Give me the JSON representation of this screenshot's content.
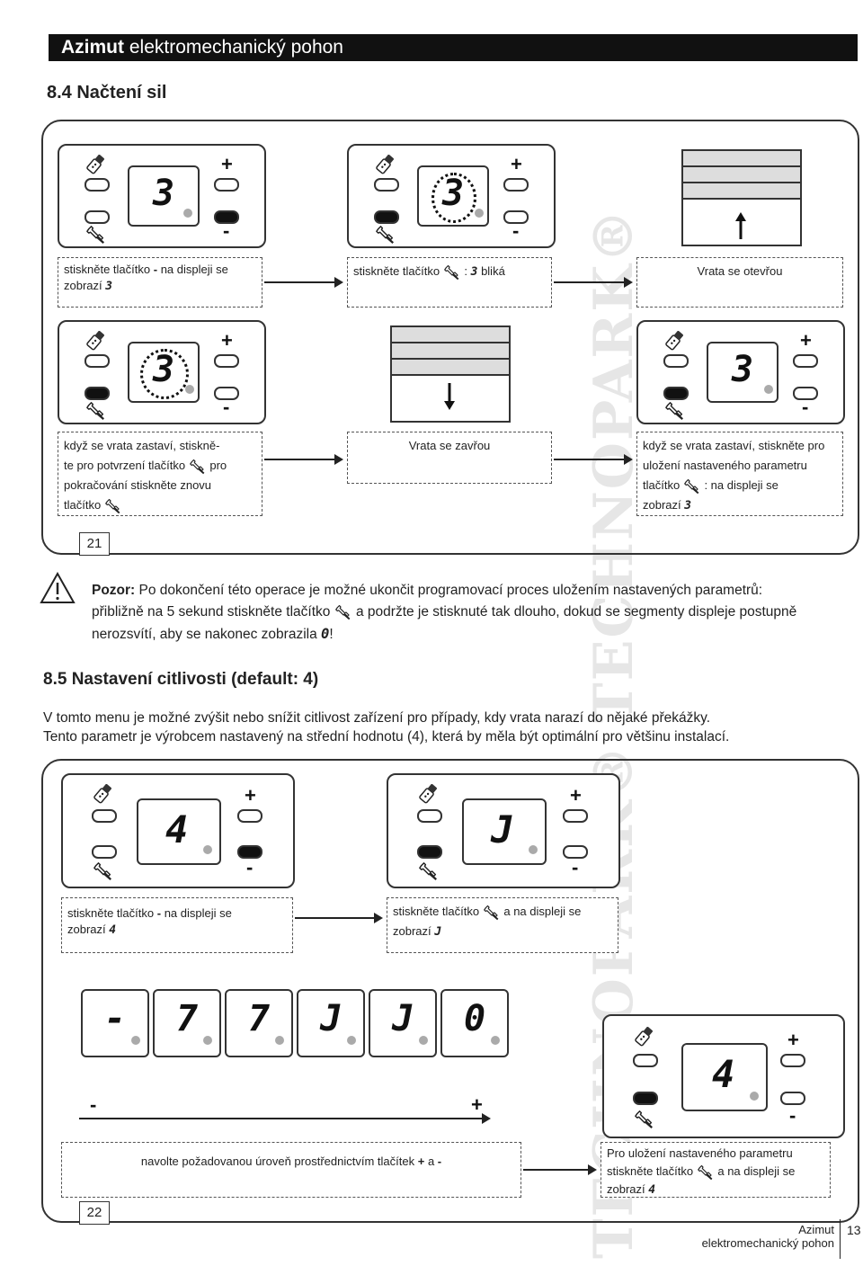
{
  "header": {
    "brand": "Azimut",
    "title": "elektromechanický pohon"
  },
  "section84": {
    "title": "8.4 Načtení sil"
  },
  "fig21": {
    "number": "21",
    "step1": {
      "display": "3",
      "text_a": "stiskněte tlačítko",
      "text_sym": "-",
      "text_b": "na displeji se",
      "text_c": "zobrazí",
      "text_digit": "3"
    },
    "step2": {
      "display": "3",
      "text_a": "stiskněte tlačítko",
      "text_b": ":",
      "text_digit": "3",
      "text_c": "bliká"
    },
    "step3": {
      "text": "Vrata se otevřou"
    },
    "step4": {
      "display": "3",
      "line1": "když se vrata zastaví, stiskně-",
      "line2a": "te pro potvrzení tlačítko",
      "line2b": "pro",
      "line3": "pokračování stiskněte znovu",
      "line4": "tlačítko"
    },
    "step5": {
      "text": "Vrata se zavřou"
    },
    "step6": {
      "display": "3",
      "line1": "když se vrata zastaví, stiskněte pro",
      "line2": "uložení nastaveného parametru",
      "line3a": "tlačítko",
      "line3b": ": na displeji se",
      "line4": "zobrazí",
      "digit": "3"
    }
  },
  "warning": {
    "label": "Pozor:",
    "line1": "Po dokončení této operace je možné ukončit programovací proces uložením nastavených parametrů:",
    "line2a": "přibližně na 5 sekund stiskněte tlačítko",
    "line2b": "a podržte je stisknuté tak dlouho, dokud se segmenty displeje postupně",
    "line3": "nerozsvítí, aby se nakonec zobrazila",
    "line3_digit": "0",
    "line3_end": "!"
  },
  "section85": {
    "title": "8.5 Nastavení citlivosti (default: 4)",
    "para1": "V tomto menu je možné zvýšit nebo snížit citlivost zařízení pro případy, kdy vrata narazí do nějaké překážky.",
    "para2": "Tento parametr je výrobcem nastavený na střední hodnotu (4), která by měla být optimální pro většinu instalací."
  },
  "fig22": {
    "number": "22",
    "step1": {
      "display": "4",
      "text_a": "stiskněte tlačítko",
      "text_sym": "-",
      "text_b": "na displeji se",
      "text_c": "zobrazí",
      "digit": "4"
    },
    "step2": {
      "display": "J",
      "text_a": "stiskněte tlačítko",
      "text_b": "a na displeji se",
      "text_c": "zobrazí",
      "digit": "J"
    },
    "levels": [
      "-",
      "7",
      "7",
      "J",
      "J",
      "0"
    ],
    "axis_minus": "-",
    "axis_plus": "+",
    "step3_text": "navolte požadovanou úroveň prostřednictvím tlačítek",
    "step3_plus": "+",
    "step3_and": "a",
    "step3_minus": "-",
    "step4": {
      "display": "4",
      "line1": "Pro uložení nastaveného parametru",
      "line2a": "stiskněte tlačítko",
      "line2b": "a na displeji se",
      "line3": "zobrazí",
      "digit": "4"
    }
  },
  "panel_labels": {
    "plus": "+",
    "minus": "-"
  },
  "watermark": {
    "text": "TECHNOPARK® TECHNOPARK®"
  },
  "footer": {
    "line1": "Azimut",
    "line2": "elektromechanický pohon",
    "page": "13"
  }
}
